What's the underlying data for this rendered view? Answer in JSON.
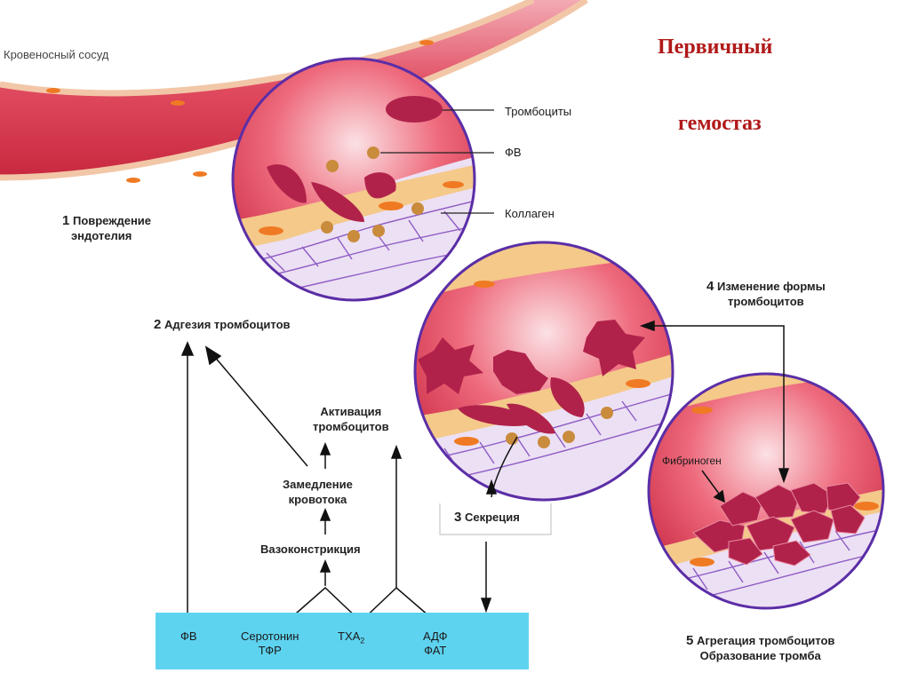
{
  "title_line1": "Первичный",
  "title_line2": "гемостаз",
  "vessel_label": "Кровеносный сосуд",
  "callouts": {
    "platelets": "Тромбоциты",
    "vwf": "ФВ",
    "collagen": "Коллаген",
    "fibrinogen": "Фибриноген"
  },
  "steps": {
    "s1_num": "1",
    "s1_line1": "Повреждение",
    "s1_line2": "эндотелия",
    "s2_num": "2",
    "s2_text": "Адгезия тромбоцитов",
    "s3_num": "3",
    "s3_text": "Секреция",
    "s4_num": "4",
    "s4_line1": "Изменение формы",
    "s4_line2": "тромбоцитов",
    "s5_num": "5",
    "s5_line1": "Агрегация тромбоцитов",
    "s5_line2": "Образование тромба"
  },
  "flow": {
    "activation_line1": "Активация",
    "activation_line2": "тромбоцитов",
    "slowdown_line1": "Замедление",
    "slowdown_line2": "кровотока",
    "vasoconstriction": "Вазоконстрикция"
  },
  "bar": {
    "vwf": "ФВ",
    "serotonin_line1": "Серотонин",
    "serotonin_line2": "ТФР",
    "txa": "ТХА",
    "txa_sub": "2",
    "adp_line1": "АДФ",
    "adp_line2": "ФАТ"
  },
  "colors": {
    "circle_border": "#5b2ea6",
    "blood": "#d8344a",
    "platelet": "#b0224a",
    "bar": "#5ed3f0",
    "title": "#b01919"
  }
}
